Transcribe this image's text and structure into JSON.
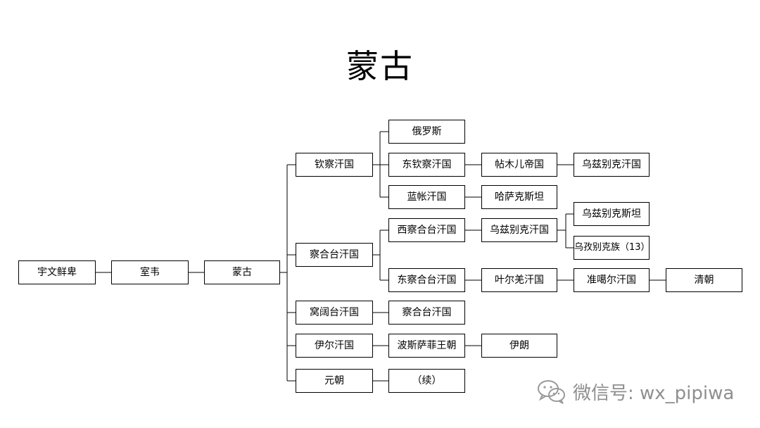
{
  "title": "蒙古",
  "nodes": {
    "yuwen_xianbei": "宇文鲜卑",
    "shiwei": "室韦",
    "menggu": "蒙古",
    "qincha": "钦察汗国",
    "chagatai": "察合台汗国",
    "wokuotai": "窝阔台汗国",
    "yier": "伊尔汗国",
    "yuan": "元朝",
    "eluosi": "俄罗斯",
    "dong_qincha": "东钦察汗国",
    "lanzhang": "蓝帐汗国",
    "xi_chagatai": "西察合台汗国",
    "dong_chagatai": "东察合台汗国",
    "chagatai_2": "察合台汗国",
    "bosi_safei": "波斯萨菲王朝",
    "xu": "（续）",
    "tiemuer": "帖木儿帝国",
    "hasake": "哈萨克斯坦",
    "wuzibieke_xi": "乌兹别克汗国",
    "yeerqiang": "叶尔羌汗国",
    "yilang": "伊朗",
    "wuzibieke_tm": "乌兹别克汗国",
    "wuzibieke_stan": "乌兹别克斯坦",
    "wuzibieke_zu": "乌孜别克族（13）",
    "zhungeer": "准噶尔汗国",
    "qing": "清朝"
  },
  "watermark": "微信号: wx_pipiwa"
}
